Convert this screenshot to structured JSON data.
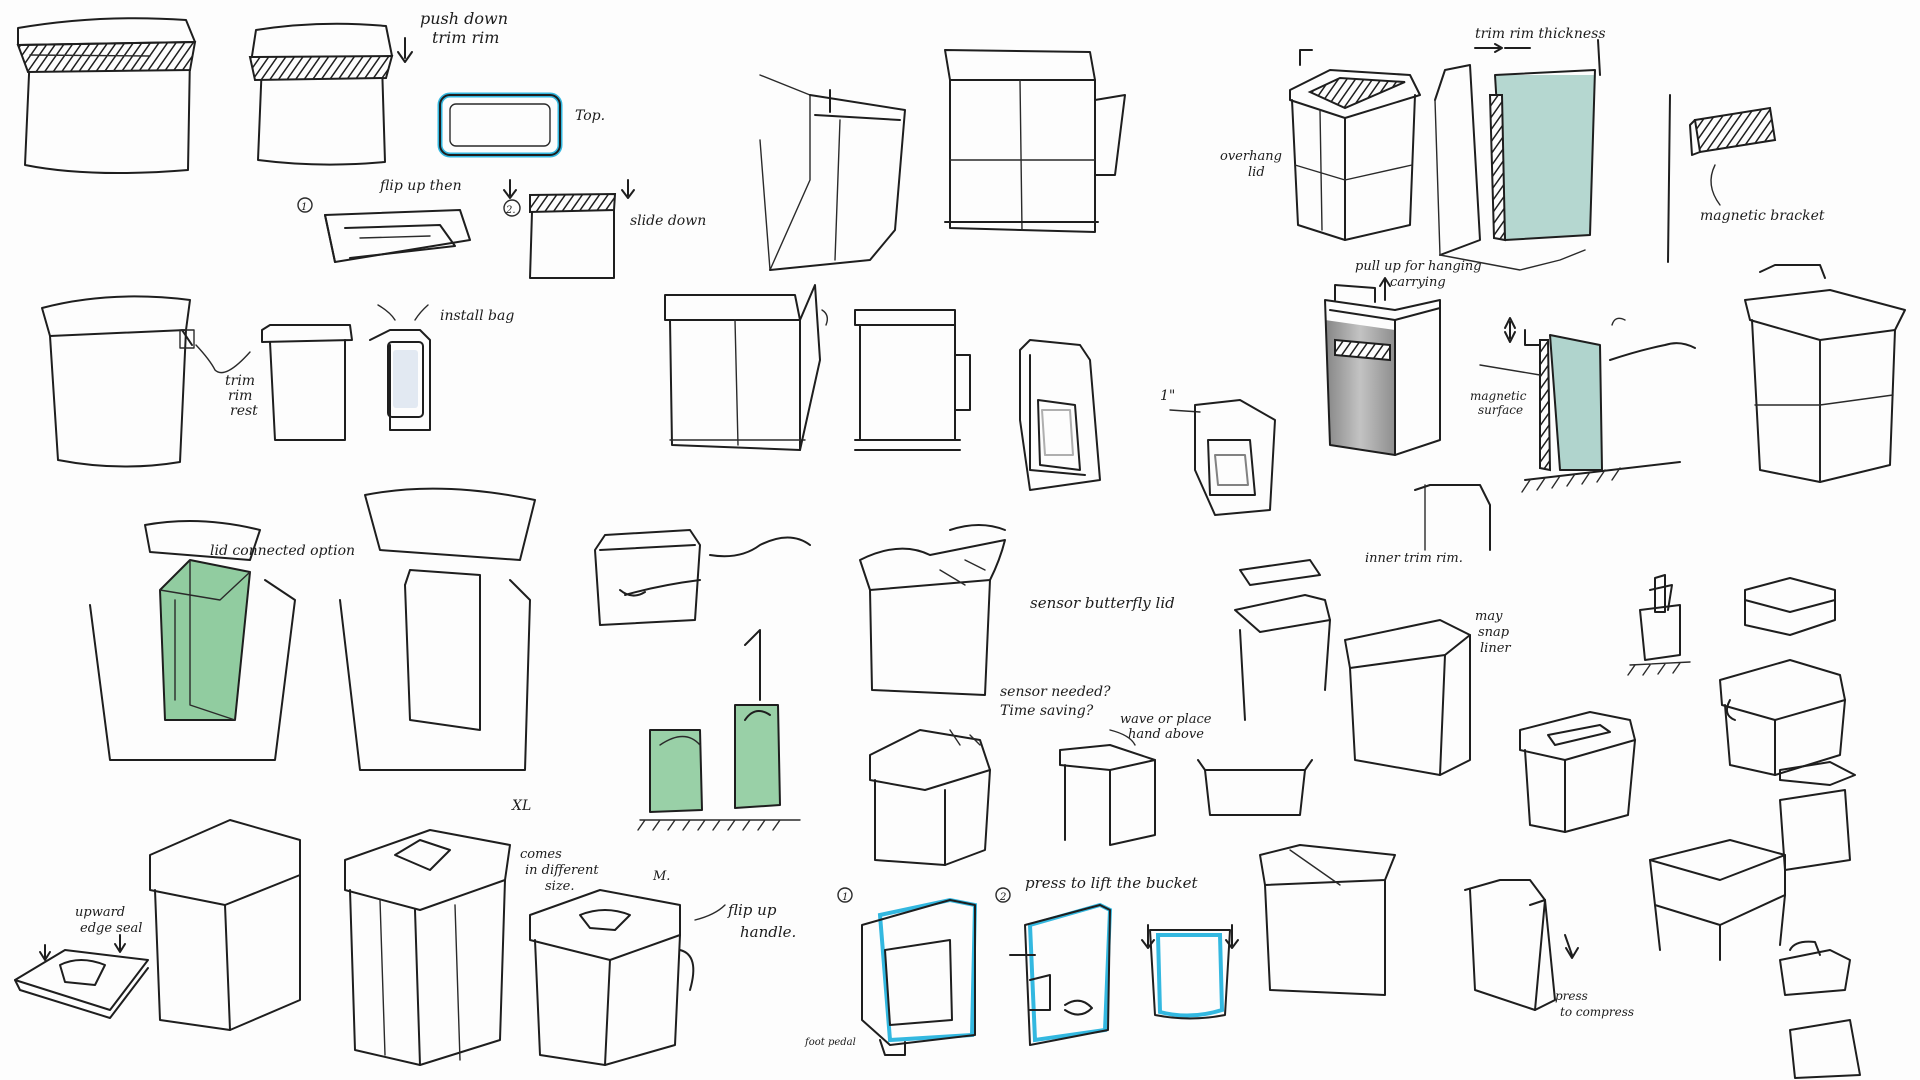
{
  "colors": {
    "ink": "#1e1e1e",
    "green_marker": "#57b26e",
    "teal_marker": "#9cc9c0",
    "cyan_marker": "#33b8e0",
    "gray_marker": "#8f8f8f",
    "paper": "#fdfdfd"
  },
  "notes": {
    "push_down": "push down",
    "trim_rim": "trim rim",
    "top": "Top.",
    "flip_up_then": "flip up then",
    "step_1": "1",
    "step_2": "2.",
    "slide_down": "slide down",
    "install_bag": "install bag",
    "trim_rim_rest_1": "trim",
    "trim_rim_rest_2": "rim",
    "trim_rim_rest_3": "rest",
    "lid_connected_option": "lid connected option",
    "upward_edge_seal_1": "upward",
    "upward_edge_seal_2": "edge seal",
    "xl": "XL",
    "comes_in_1": "comes",
    "comes_in_2": "in different",
    "comes_in_3": "size.",
    "m": "M.",
    "flip_up_handle_1": "flip up",
    "flip_up_handle_2": "handle.",
    "sensor_butterfly_lid": "sensor butterfly lid",
    "sensor_needed": "sensor needed?",
    "time_saving": "Time saving?",
    "wave_or_place_1": "wave or place",
    "wave_or_place_2": "hand above",
    "circle_1": "1",
    "circle_2": "2",
    "press_to_lift": "press to lift the bucket",
    "foot_pedal": "foot pedal",
    "trim_rim_thickness": "trim rim thickness",
    "overhang_lid_1": "overhang",
    "overhang_lid_2": "lid",
    "magnetic_bracket": "magnetic bracket",
    "pull_up_1": "pull up for hanging",
    "pull_up_2": "carrying",
    "magnetic_surface_1": "magnetic",
    "magnetic_surface_2": "surface",
    "one_inch": "1\"",
    "inner_trim_rim": "inner trim rim.",
    "may_snap_liner_1": "may",
    "may_snap_liner_2": "snap",
    "may_snap_liner_3": "liner",
    "press_to_compress_1": "press",
    "press_to_compress_2": "to compress"
  }
}
